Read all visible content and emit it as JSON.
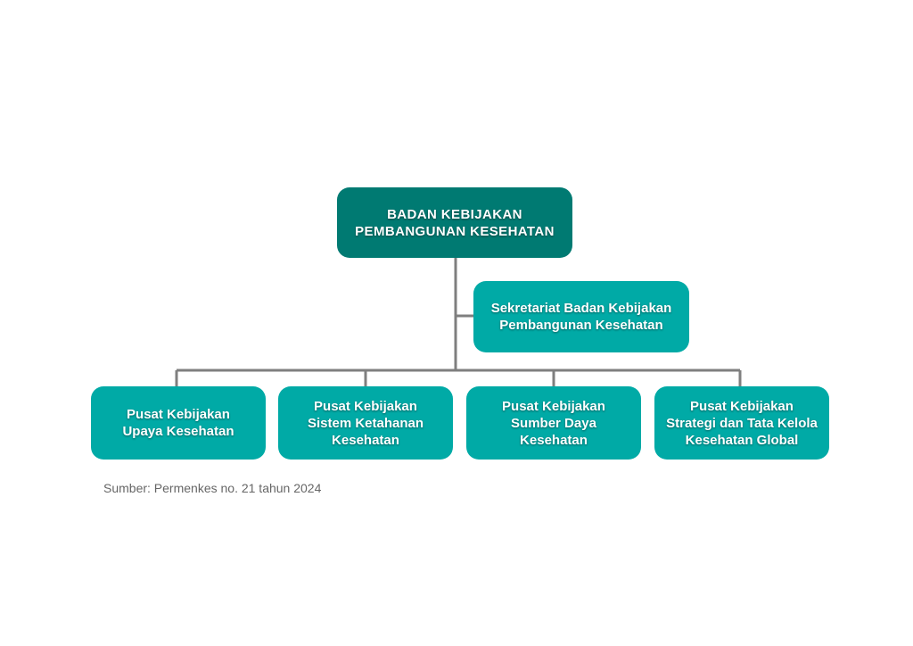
{
  "root": {
    "lines": [
      "BADAN KEBIJAKAN",
      "PEMBANGUNAN KESEHATAN"
    ]
  },
  "secretariat": {
    "lines": [
      "Sekretariat Badan Kebijakan",
      "Pembangunan Kesehatan"
    ]
  },
  "units": [
    {
      "lines": [
        "Pusat Kebijakan",
        "Upaya Kesehatan"
      ]
    },
    {
      "lines": [
        "Pusat Kebijakan",
        "Sistem Ketahanan",
        "Kesehatan"
      ]
    },
    {
      "lines": [
        "Pusat Kebijakan",
        "Sumber Daya",
        "Kesehatan"
      ]
    },
    {
      "lines": [
        "Pusat Kebijakan",
        "Strategi dan Tata Kelola",
        "Kesehatan Global"
      ]
    }
  ],
  "source": "Sumber: Permenkes no. 21 tahun 2024",
  "colors": {
    "root_fill": "#007a72",
    "box_fill": "#00aaa6",
    "connector": "#7f7f7f",
    "source_text": "#666666"
  }
}
